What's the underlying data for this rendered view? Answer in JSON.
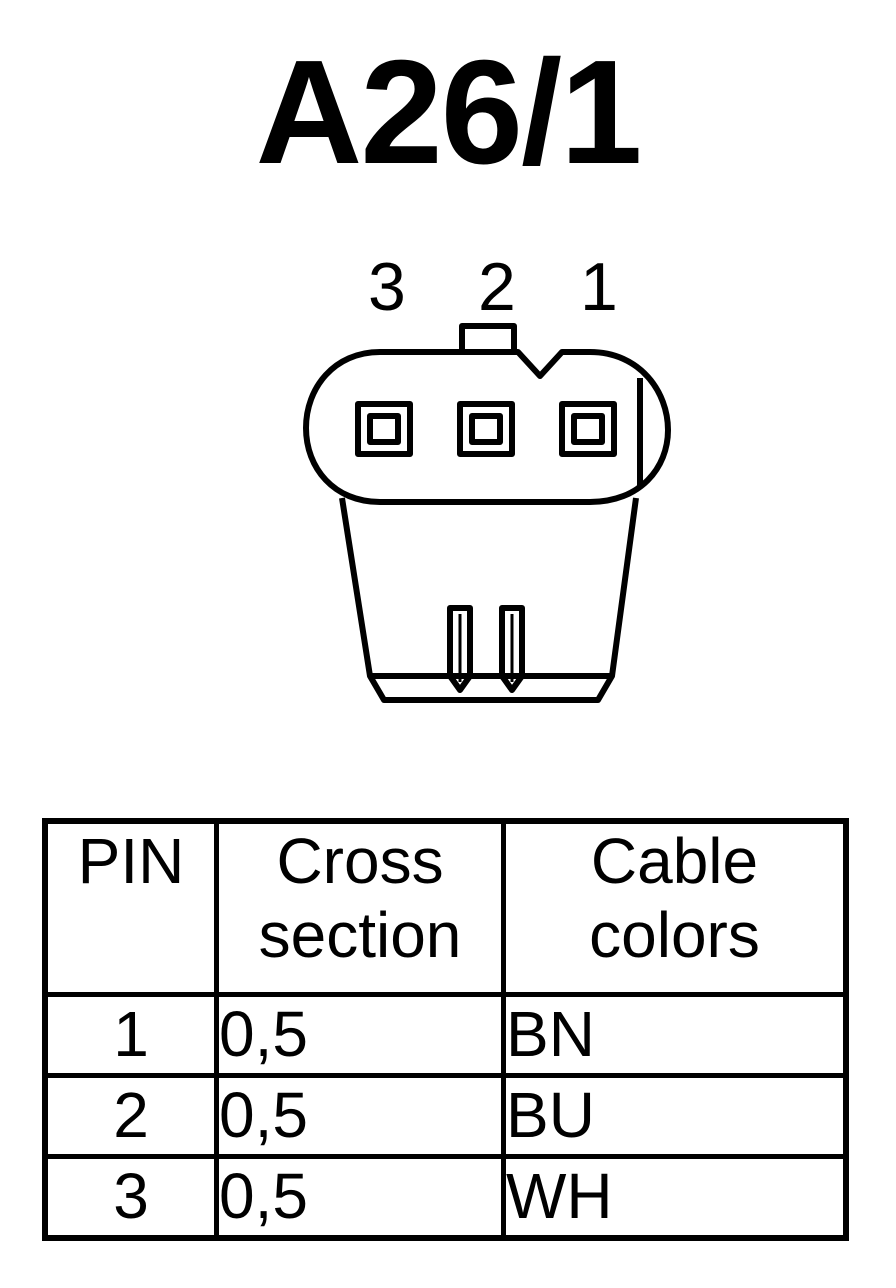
{
  "title": "A26/1",
  "pin_labels": [
    "3",
    "2",
    "1"
  ],
  "table": {
    "headers": {
      "pin": "PIN",
      "cross_line1": "Cross",
      "cross_line2": "section",
      "color_line1": "Cable",
      "color_line2": "colors"
    },
    "rows": [
      {
        "pin": "1",
        "cross": "0,5",
        "color": "BN"
      },
      {
        "pin": "2",
        "cross": "0,5",
        "color": "BU"
      },
      {
        "pin": "3",
        "cross": "0,5",
        "color": "WH"
      }
    ]
  }
}
